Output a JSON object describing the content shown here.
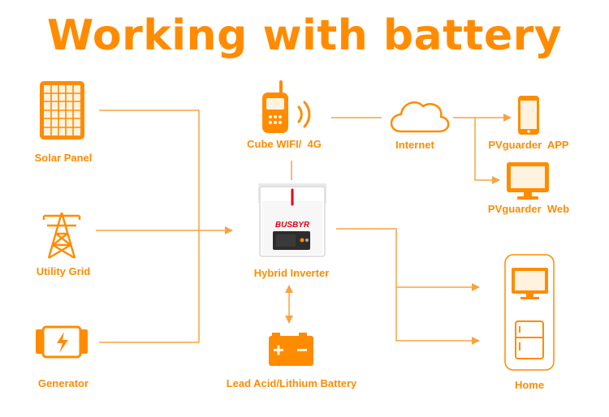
{
  "title": "Working with battery",
  "colors": {
    "accent": "#ff8c00",
    "line": "#f7a340"
  },
  "nodes": {
    "solar_panel": {
      "label": "Solar Panel",
      "icon": "solar-panel-icon"
    },
    "utility_grid": {
      "label": "Utility Grid",
      "icon": "transmission-tower-icon"
    },
    "generator": {
      "label": "Generator",
      "icon": "generator-icon"
    },
    "cube_wifi": {
      "label": "Cube WIFI/  4G",
      "icon": "wifi-cube-icon"
    },
    "internet": {
      "label": "Internet",
      "icon": "cloud-icon"
    },
    "app": {
      "label": "PVguarder  APP",
      "icon": "smartphone-icon"
    },
    "web": {
      "label": "PVguarder  Web",
      "icon": "monitor-icon"
    },
    "inverter": {
      "label": "Hybrid Inverter",
      "brand": "BUSBYR",
      "icon": "inverter-icon"
    },
    "battery": {
      "label": "Lead Acid/Lithium Battery",
      "icon": "battery-icon"
    },
    "home": {
      "label": "Home",
      "icon": "home-appliances-icon"
    }
  }
}
